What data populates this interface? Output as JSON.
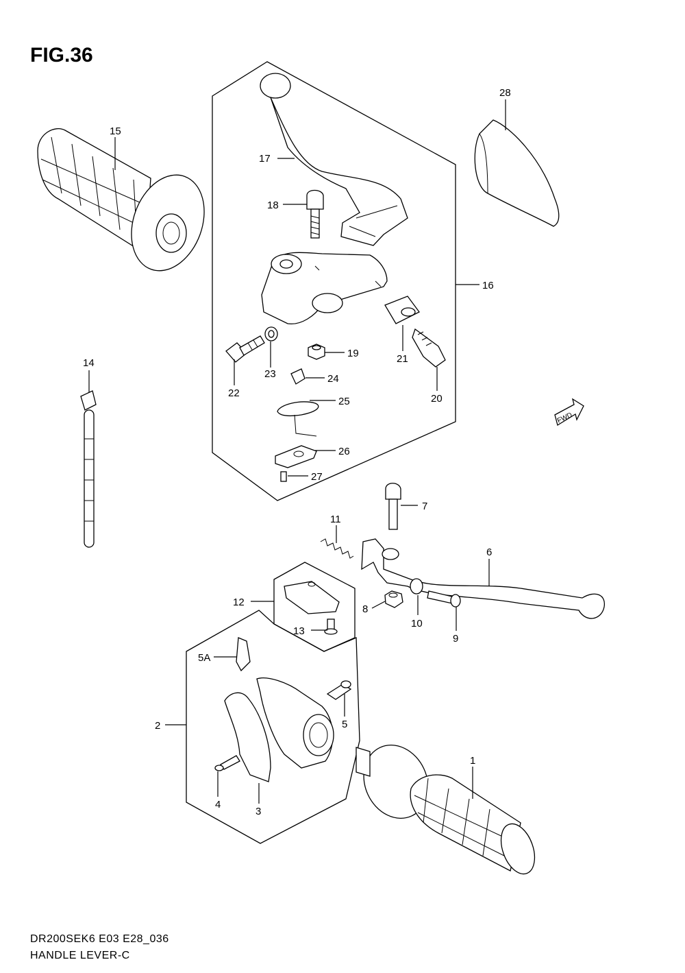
{
  "figure": {
    "title": "FIG.36",
    "footer_code": "DR200SEK6 E03 E28_036",
    "footer_name": "HANDLE LEVER-C",
    "direction_badge": "FWD"
  },
  "callouts": {
    "c1": "1",
    "c2": "2",
    "c3": "3",
    "c4": "4",
    "c5": "5",
    "c5a": "5A",
    "c6": "6",
    "c7": "7",
    "c8": "8",
    "c9": "9",
    "c10": "10",
    "c11": "11",
    "c12": "12",
    "c13": "13",
    "c14": "14",
    "c15": "15",
    "c16": "16",
    "c17": "17",
    "c18": "18",
    "c19": "19",
    "c20": "20",
    "c21": "21",
    "c22": "22",
    "c23": "23",
    "c24": "24",
    "c25": "25",
    "c26": "26",
    "c27": "27",
    "c28": "28"
  }
}
